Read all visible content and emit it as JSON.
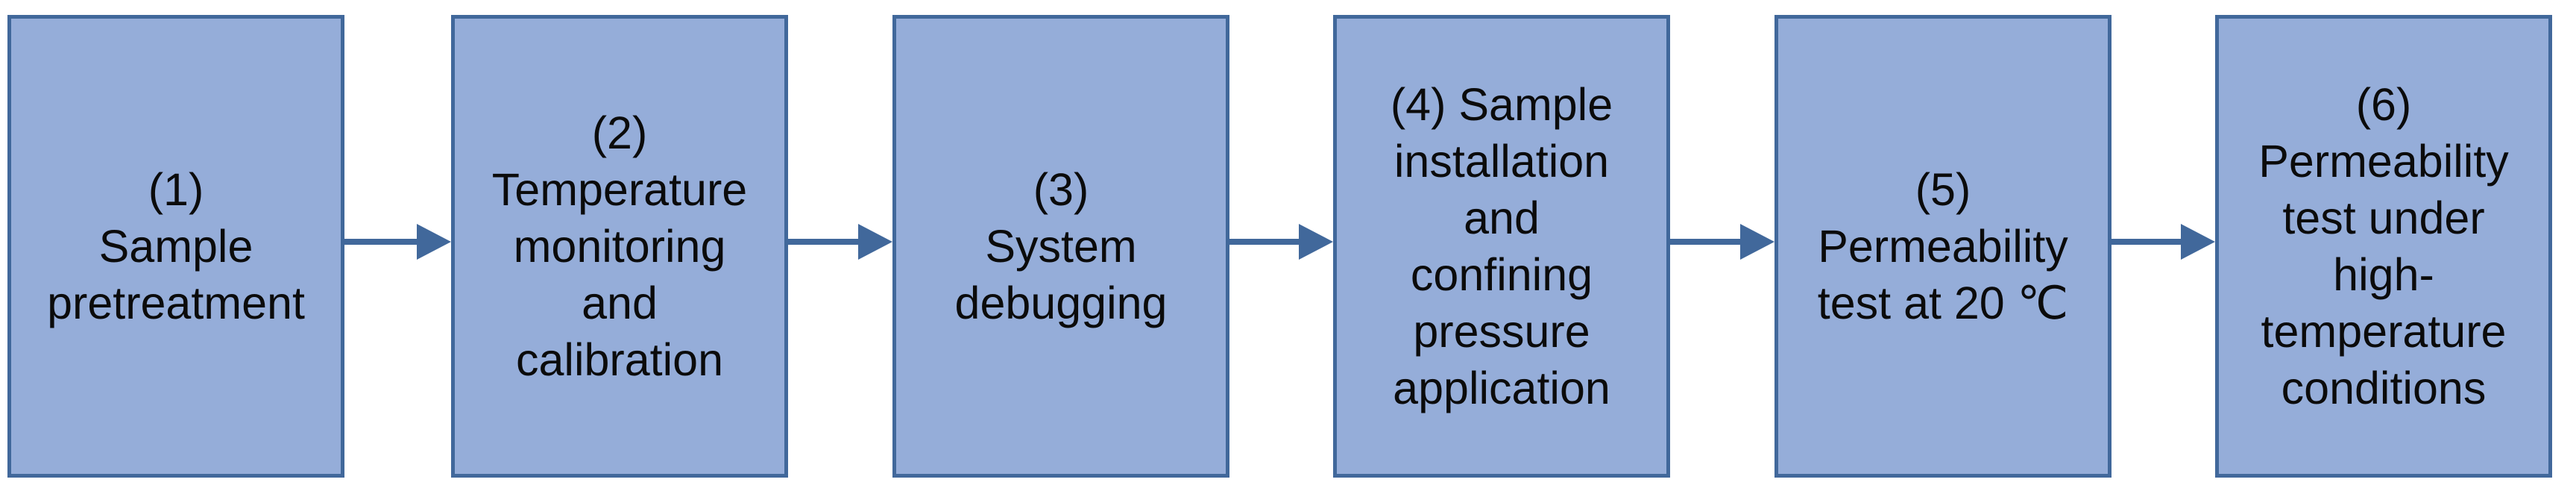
{
  "diagram": {
    "type": "flowchart",
    "direction": "left-to-right",
    "colors": {
      "box_fill": "#95add9",
      "box_border": "#41689b",
      "arrow": "#41689b",
      "text": "#0b0b0b"
    },
    "steps": [
      {
        "label": "(1)\nSample\npretreatment"
      },
      {
        "label": "(2)\nTemperature\nmonitoring\nand\ncalibration"
      },
      {
        "label": "(3)\nSystem\ndebugging"
      },
      {
        "label": "(4) Sample\ninstallation\nand\nconfining\npressure\napplication"
      },
      {
        "label": "(5)\nPermeability\ntest at 20 ℃"
      },
      {
        "label": "(6)\nPermeability\ntest under\nhigh-\ntemperature\nconditions"
      }
    ],
    "connections": [
      {
        "from": 1,
        "to": 2
      },
      {
        "from": 2,
        "to": 3
      },
      {
        "from": 3,
        "to": 4
      },
      {
        "from": 4,
        "to": 5
      },
      {
        "from": 5,
        "to": 6
      }
    ]
  }
}
